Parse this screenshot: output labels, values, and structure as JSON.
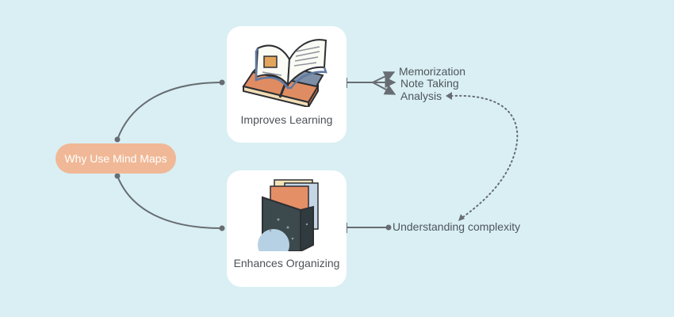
{
  "root": {
    "label": "Why Use Mind Maps"
  },
  "branches": [
    {
      "label": "Improves Learning",
      "illustration": "open-book-on-stack-icon",
      "leaves": [
        "Memorization",
        "Note Taking",
        "Analysis"
      ]
    },
    {
      "label": "Enhances Organizing",
      "illustration": "file-organizer-icon",
      "leaves": [
        "Understanding complexity"
      ]
    }
  ],
  "relation": {
    "from": "Analysis",
    "to": "Understanding complexity",
    "style": "dotted"
  },
  "colors": {
    "background": "#d9eff3",
    "root_fill": "#f0b896",
    "card_fill": "#ffffff",
    "connector": "#676d72",
    "text": "#4f565c"
  }
}
